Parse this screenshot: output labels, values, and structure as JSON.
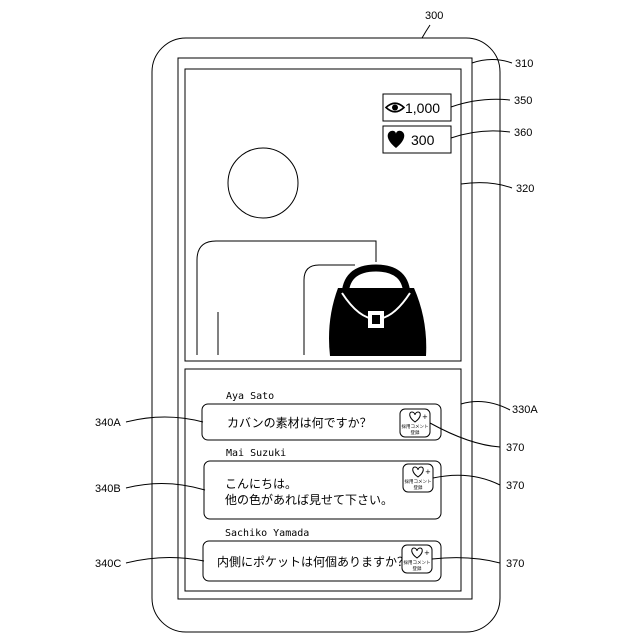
{
  "refs": {
    "device": "300",
    "screen": "310",
    "video_area": "320",
    "comment_area": "330A",
    "view_counter": "350",
    "like_counter": "360",
    "comment_a": "340A",
    "comment_b": "340B",
    "comment_c": "340C",
    "register_button_1": "370",
    "register_button_2": "370",
    "register_button_3": "370"
  },
  "video": {
    "view_count": "1,000",
    "like_count": "300",
    "view_icon": "eye-icon",
    "like_icon": "heart-icon",
    "product_icon": "handbag-icon"
  },
  "comments": [
    {
      "author": "Aya Sato",
      "lines": [
        "カバンの素材は何ですか？"
      ]
    },
    {
      "author": "Mai Suzuki",
      "lines": [
        "こんにちは。",
        "他の色があれば見せて下さい。"
      ]
    },
    {
      "author": "Sachiko Yamada",
      "lines": [
        "内側にポケットは何個ありますか？"
      ]
    }
  ],
  "register_button": {
    "icon": "heart-plus-icon",
    "line1": "採用コメント",
    "line2": "登録"
  }
}
